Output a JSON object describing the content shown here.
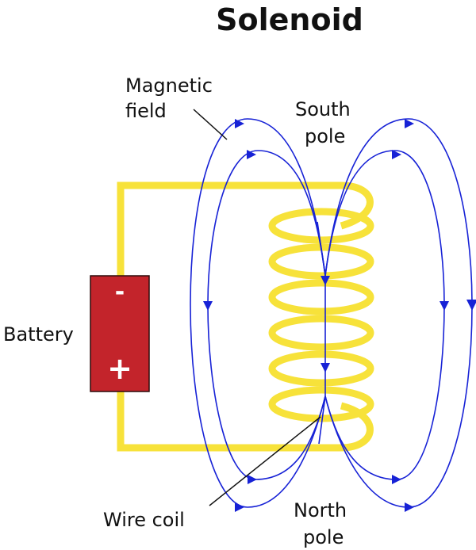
{
  "title": "Solenoid",
  "labels": {
    "magnetic_field_line1": "Magnetic",
    "magnetic_field_line2": "field",
    "south_line1": "South",
    "south_line2": "pole",
    "north_line1": "North",
    "north_line2": "pole",
    "battery": "Battery",
    "wire_coil": "Wire coil"
  },
  "battery": {
    "negative": "-",
    "positive": "+"
  },
  "colors": {
    "wire": "#f7e23a",
    "battery": "#c3242b",
    "field": "#1722d6",
    "text": "#111111"
  }
}
